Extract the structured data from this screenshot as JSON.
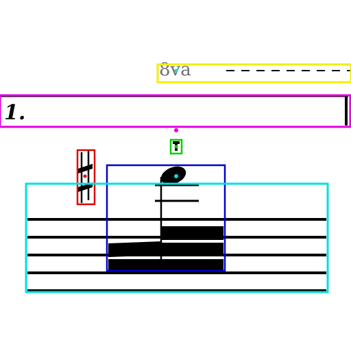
{
  "ottava": {
    "text": "8va"
  },
  "ending": {
    "text": "1."
  },
  "colors": {
    "ink": "#000000",
    "ottava_box": "#f0f000",
    "ending_box": "#e000e0",
    "accent_box": "#00d000",
    "sharp_box": "#e00000",
    "notehead_box": "#0000d0",
    "staff_box": "#00e0e0",
    "ottava_text": "#707070"
  },
  "annotation_boxes": [
    {
      "label": "ottava-line"
    },
    {
      "label": "volta-bracket"
    },
    {
      "label": "accent-mark"
    },
    {
      "label": "sharp-accidental"
    },
    {
      "label": "notehead-with-ledger-lines"
    },
    {
      "label": "staff-region"
    }
  ]
}
